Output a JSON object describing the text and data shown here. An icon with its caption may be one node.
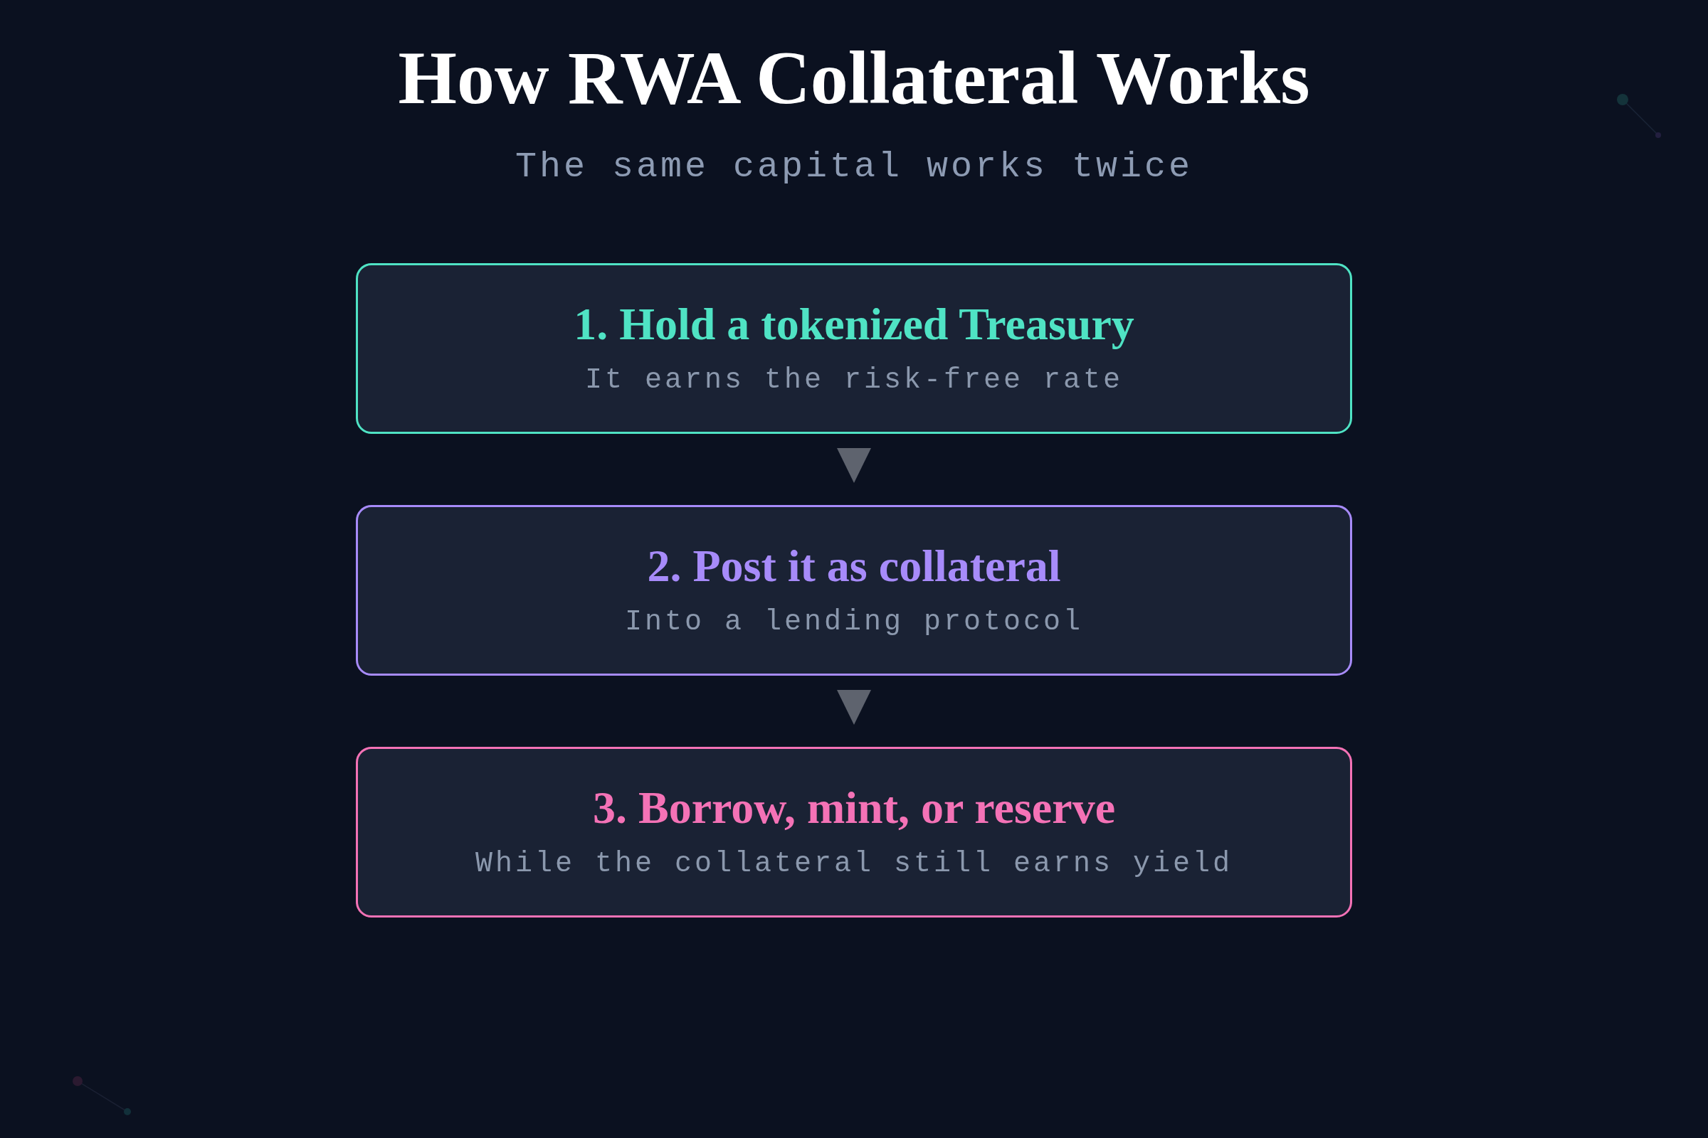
{
  "diagram": {
    "title": "How RWA Collateral Works",
    "caption": "The same capital works twice",
    "nodes": [
      {
        "text": [
          "1. Hold a tokenized Treasury",
          "It earns the risk-free rate"
        ]
      },
      {
        "text": [
          "2. Post it as collateral",
          "Into a lending protocol"
        ]
      },
      {
        "text": [
          "3. Borrow, mint, or reserve",
          "While the collateral still earns yield"
        ]
      }
    ],
    "edges": [
      {
        "from": 0,
        "to": 1,
        "arrow": "to"
      },
      {
        "from": 1,
        "to": 2,
        "arrow": "to"
      }
    ]
  }
}
